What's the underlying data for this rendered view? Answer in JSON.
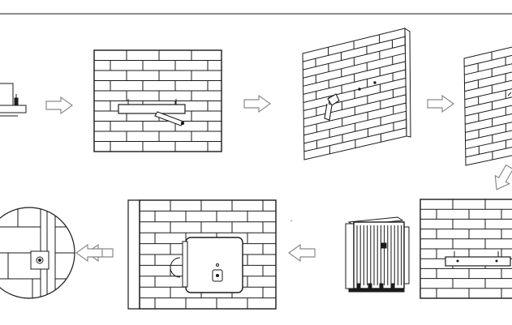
{
  "diagram": {
    "kind": "installation-steps",
    "colors": {
      "line": "#1a1a1a",
      "arrow_fill": "#ffffff",
      "arrow_stroke": "#8a8a8a",
      "background": "#ffffff"
    },
    "steps": [
      {
        "id": "step-1",
        "content": "bracket-on-shelf"
      },
      {
        "id": "step-2",
        "content": "mark-holes-on-brick-wall"
      },
      {
        "id": "step-3",
        "content": "drill-holes-angled-wall"
      },
      {
        "id": "step-4",
        "content": "insert-anchors-angled-wall"
      },
      {
        "id": "step-5",
        "content": "fix-bracket-to-wall"
      },
      {
        "id": "step-6",
        "content": "lift-inverter"
      },
      {
        "id": "step-7",
        "content": "hang-inverter-on-wall"
      },
      {
        "id": "step-8",
        "content": "secure-with-screw-detail"
      }
    ],
    "flow_arrows": [
      {
        "from": "step-1",
        "to": "step-2",
        "direction": "right"
      },
      {
        "from": "step-2",
        "to": "step-3",
        "direction": "right"
      },
      {
        "from": "step-3",
        "to": "step-4",
        "direction": "right"
      },
      {
        "from": "step-4",
        "to": "step-5",
        "direction": "down-left"
      },
      {
        "from": "step-5",
        "to": "step-6",
        "direction": "left"
      },
      {
        "from": "step-6",
        "to": "step-7",
        "direction": "left"
      },
      {
        "from": "step-7",
        "to": "step-8",
        "direction": "left"
      }
    ]
  }
}
